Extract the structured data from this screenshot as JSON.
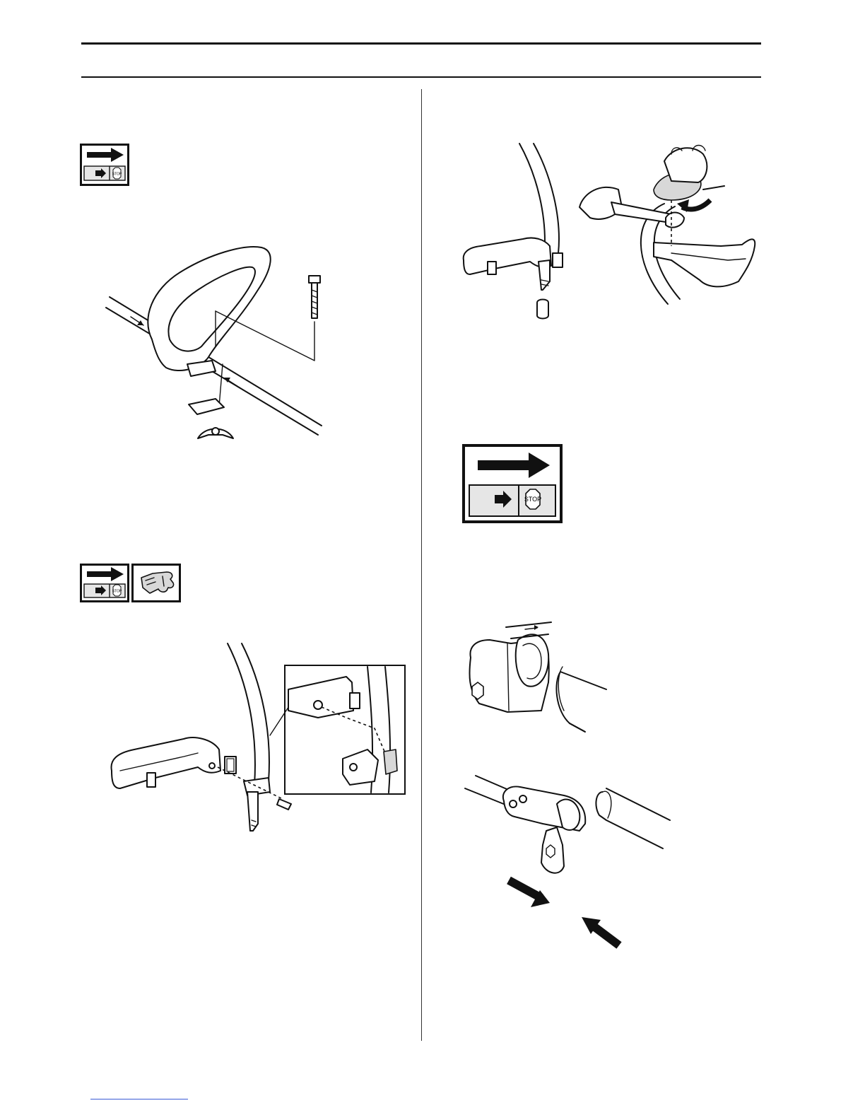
{
  "page": {
    "background": "#ffffff",
    "line_color": "#111111",
    "link_color": "#3b5bd6"
  },
  "icons": {
    "assembly_small": {
      "name": "assembly-instruction-icon",
      "stop_text": "STOP"
    },
    "assembly_gloves": {
      "name": "assembly-instruction-icon",
      "stop_text": "STOP"
    },
    "gloves": {
      "name": "protective-gloves-icon"
    },
    "assembly_large": {
      "name": "assembly-instruction-icon",
      "stop_text": "STOP"
    }
  },
  "figures": [
    {
      "name": "loop-handle-assembly-figure"
    },
    {
      "name": "rear-handle-mounting-figure"
    },
    {
      "name": "trimmer-head-removal-figure"
    },
    {
      "name": "shaft-coupling-figure"
    }
  ]
}
